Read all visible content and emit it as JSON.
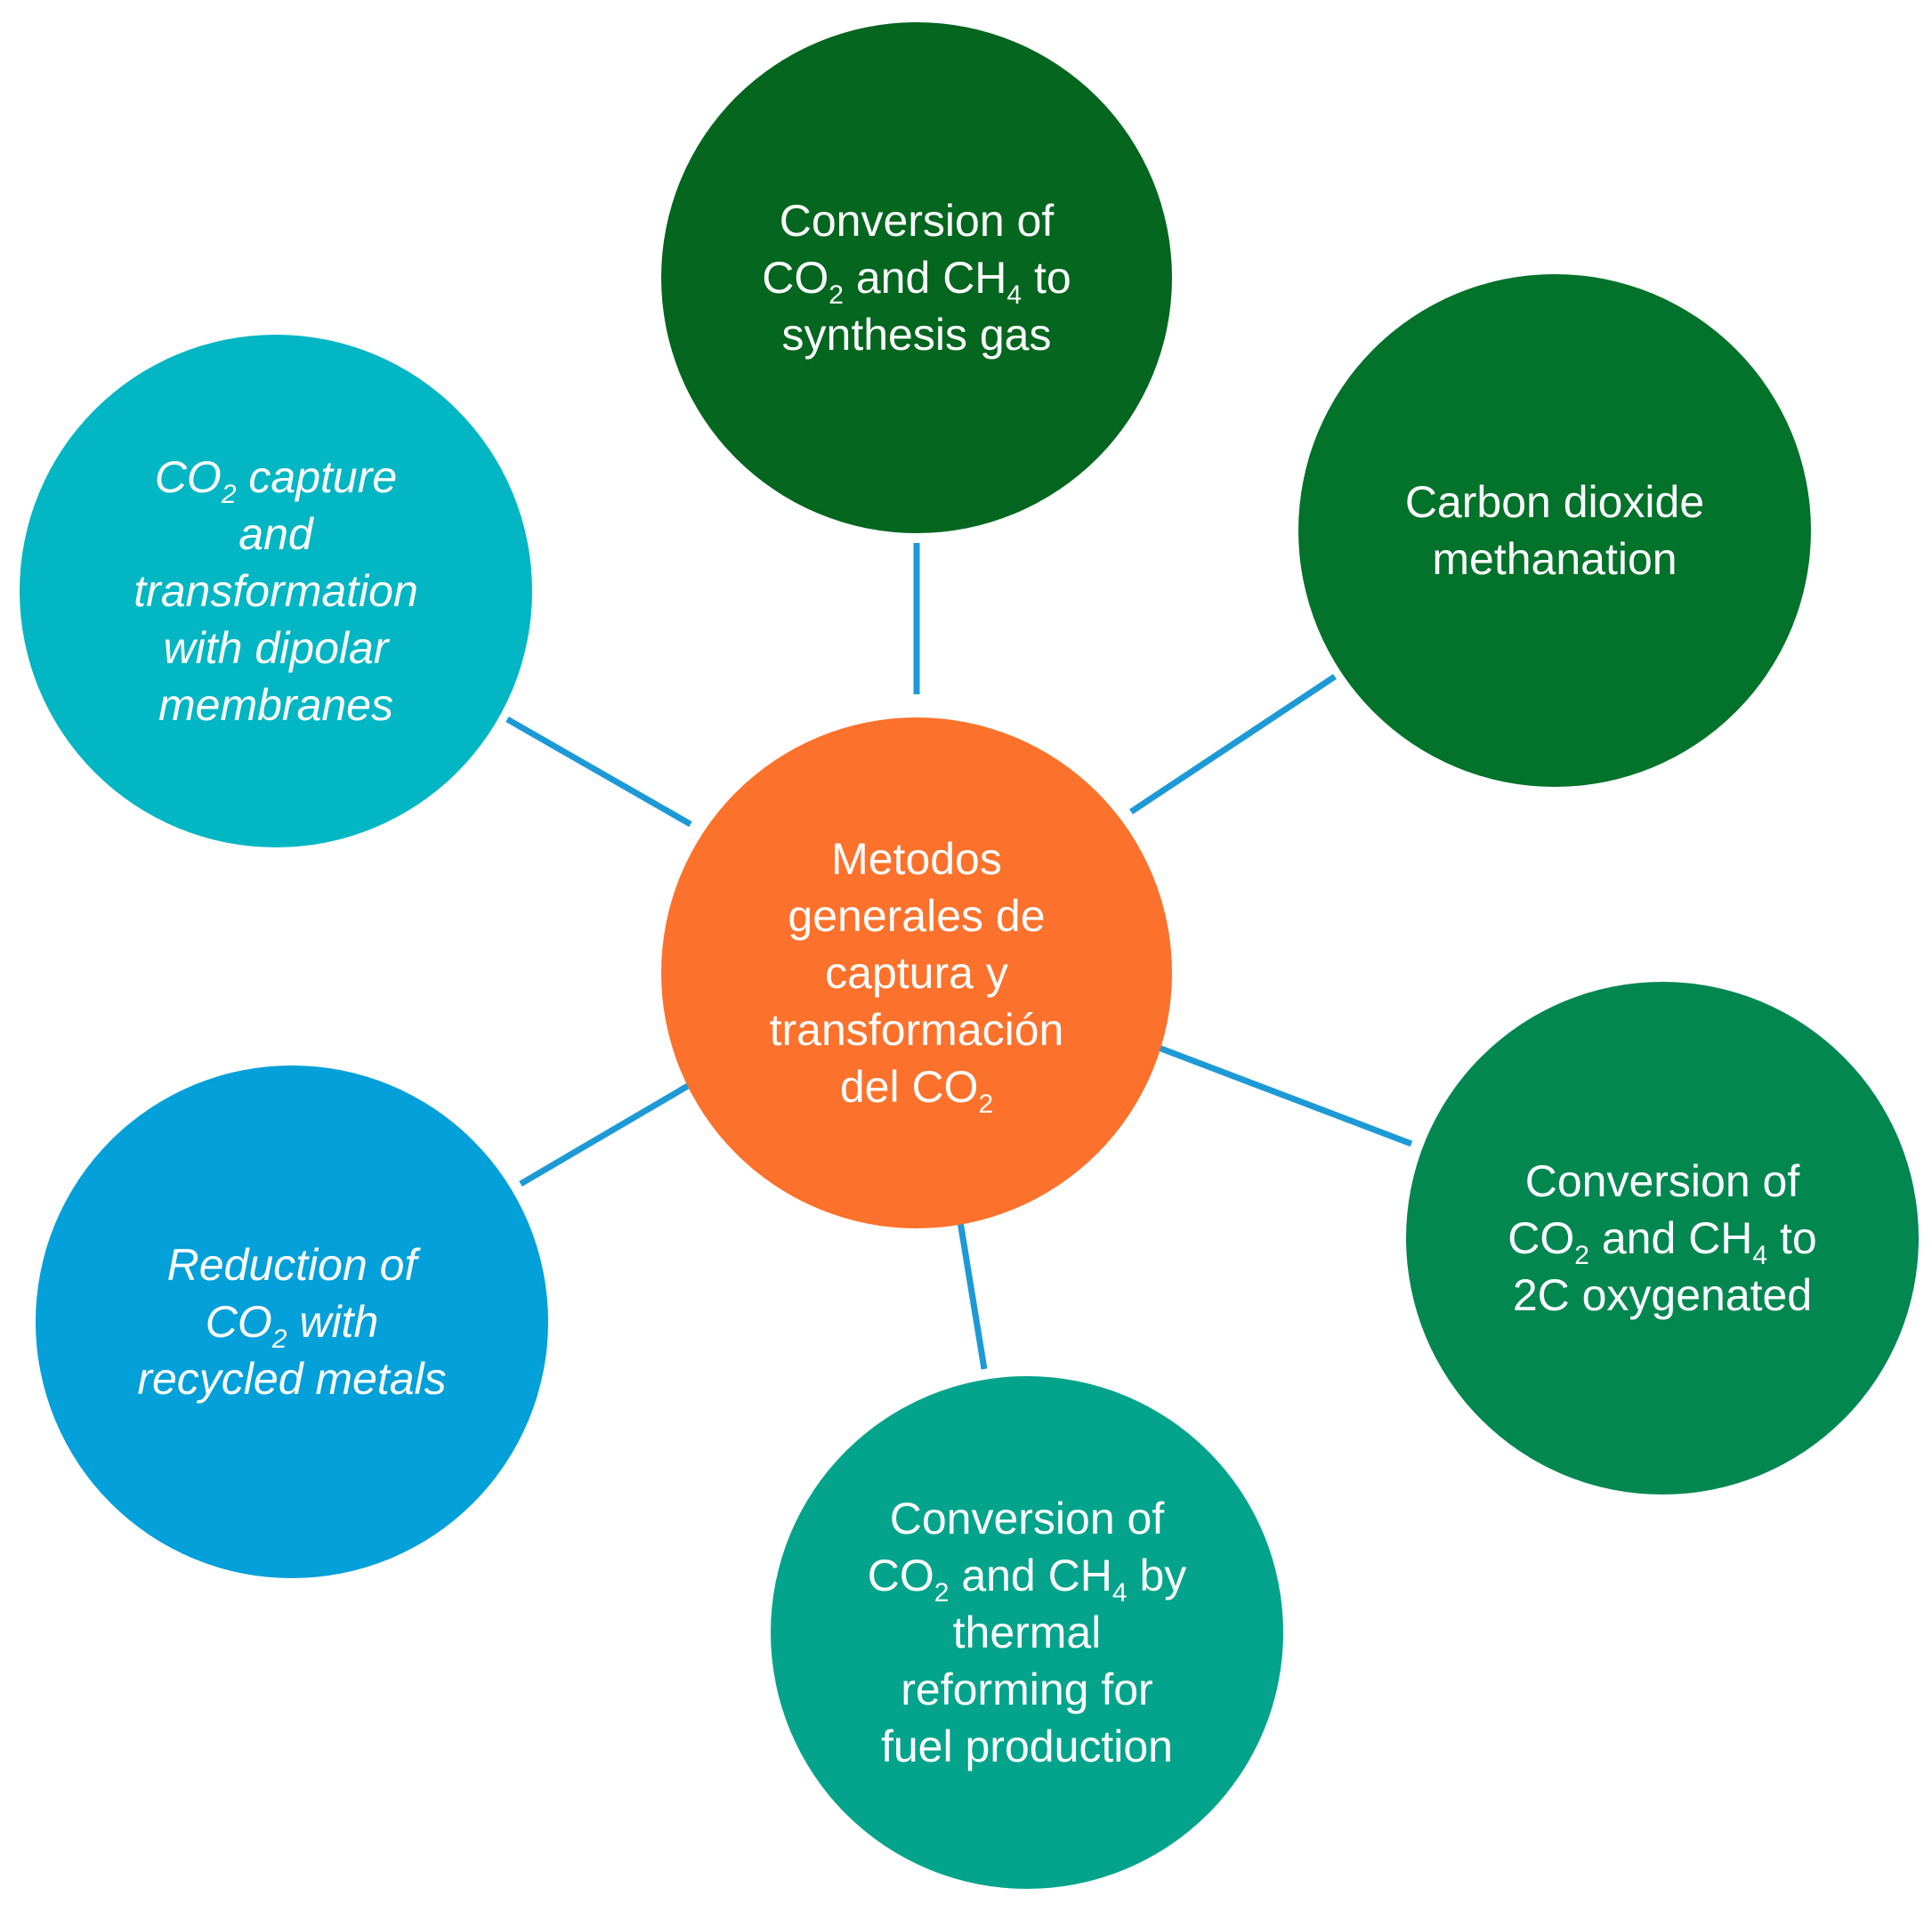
{
  "colors": {
    "link": "#1d9ad6",
    "center": "#fc712b",
    "top": "#04661f",
    "right": "#03722a",
    "lower_right": "#038751",
    "bottom": "#03a48b",
    "lower_left": "#03a0d9",
    "upper_left": "#03b6c3"
  },
  "center": {
    "line1": "Metodos",
    "line2": "generales de",
    "line3": "captura y",
    "line4": "transformación",
    "line5_prefix": "del CO",
    "line5_sub": "2"
  },
  "top": {
    "line1": "Conversion of",
    "co": "CO",
    "co_sub": "2",
    "and_ch": " and CH",
    "ch_sub": "4",
    "tail": " to",
    "line3": "synthesis gas"
  },
  "right": {
    "line1": "Carbon dioxide",
    "line2": "methanation"
  },
  "lower_right": {
    "line1": "Conversion of",
    "co": "CO",
    "co_sub": "2",
    "and_ch": " and CH",
    "ch_sub": "4",
    "tail": " to",
    "line3": "2C oxygenated"
  },
  "bottom": {
    "line1": "Conversion of",
    "co": "CO",
    "co_sub": "2",
    "and_ch": " and CH",
    "ch_sub": "4",
    "tail": " by",
    "line3": "thermal",
    "line4": "reforming for",
    "line5": "fuel production"
  },
  "lower_left": {
    "line1": "Reduction of",
    "co": "CO",
    "co_sub": "2",
    "tail": " with",
    "line3": "recycled metals"
  },
  "upper_left": {
    "co": "CO",
    "co_sub": "2",
    "tail": " capture",
    "line2": "and",
    "line3": "transformation",
    "line4": "with dipolar",
    "line5": "membranes"
  }
}
